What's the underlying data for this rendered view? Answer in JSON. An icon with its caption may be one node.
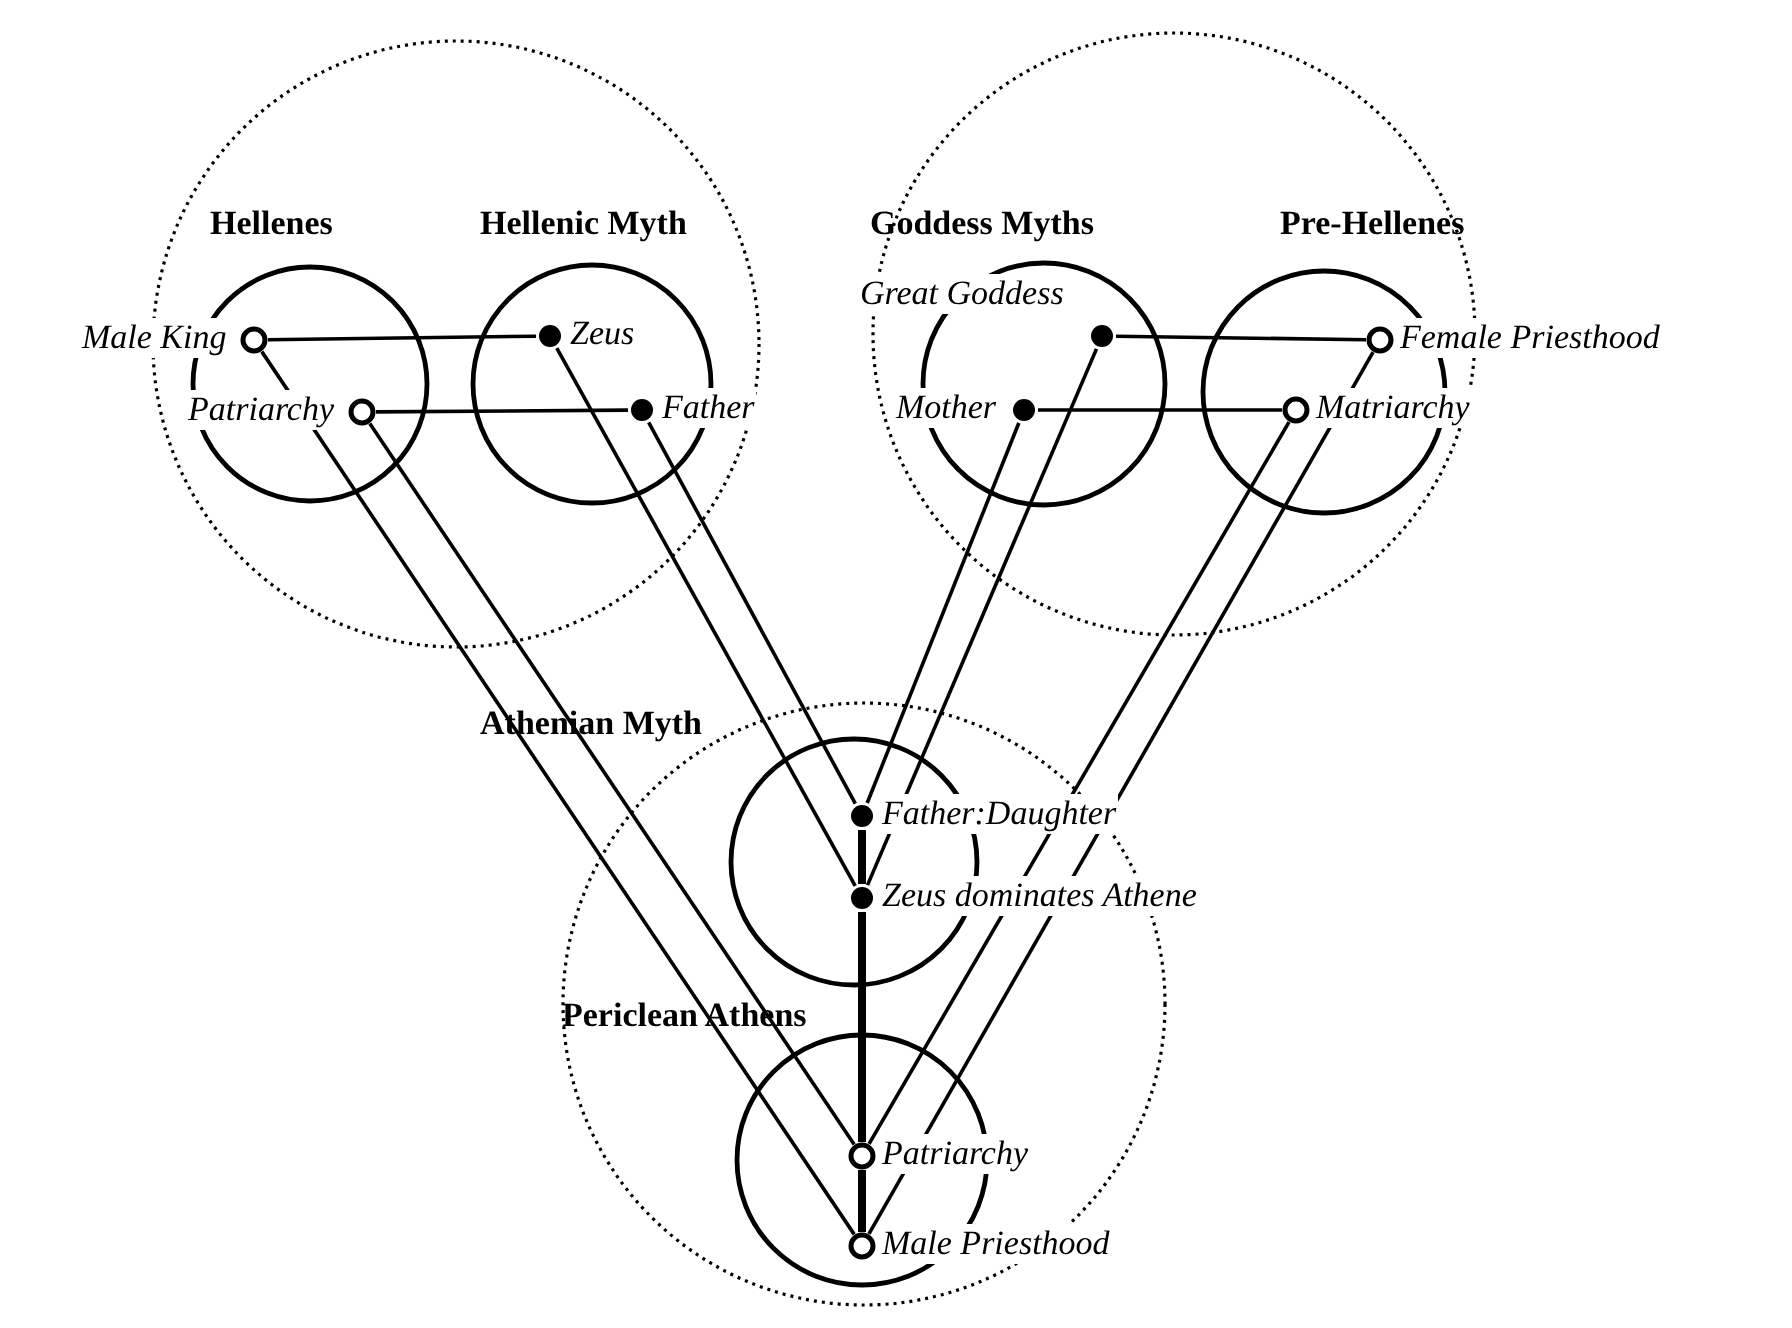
{
  "diagram": {
    "nodes": [
      {
        "text": [],
        "shape": "circle"
      },
      {
        "text": [
          "Hellenes"
        ],
        "in": 0
      },
      {
        "text": [],
        "shape": "circle",
        "beside": [
          "Male King"
        ],
        "in": 1
      },
      {
        "text": [],
        "shape": "circle",
        "beside": [
          "Patriarchy"
        ],
        "in": 1
      },
      {
        "text": [
          "Hellenic Myth"
        ],
        "in": 0
      },
      {
        "text": [],
        "shape": "circle",
        "beside": [
          "Zeus"
        ],
        "in": 4
      },
      {
        "text": [],
        "shape": "circle",
        "beside": [
          "Father"
        ],
        "in": 4
      },
      {
        "text": [],
        "shape": "circle"
      },
      {
        "text": [
          "Goddess Myths"
        ],
        "in": 7
      },
      {
        "text": [],
        "shape": "circle",
        "beside": [
          "Great Goddess"
        ],
        "in": 8
      },
      {
        "text": [],
        "shape": "circle",
        "beside": [
          "Mother"
        ],
        "in": 8
      },
      {
        "text": [
          "Pre-Hellenes"
        ],
        "in": 7
      },
      {
        "text": [],
        "shape": "circle",
        "beside": [
          "Female Priesthood"
        ],
        "in": 11
      },
      {
        "text": [],
        "shape": "circle",
        "beside": [
          "Matriarchy"
        ],
        "in": 11
      },
      {
        "text": [],
        "shape": "circle"
      },
      {
        "text": [
          "Athenian Myth"
        ],
        "in": 14
      },
      {
        "text": [],
        "shape": "circle",
        "beside": [
          "Father:Daughter"
        ],
        "in": 15
      },
      {
        "text": [],
        "shape": "circle",
        "beside": [
          "Zeus dominates Athene"
        ],
        "in": 15
      },
      {
        "text": [
          "Periclean Athens"
        ],
        "in": 14
      },
      {
        "text": [],
        "shape": "circle",
        "beside": [
          "Patriarchy"
        ],
        "in": 18
      },
      {
        "text": [],
        "shape": "circle",
        "beside": [
          "Male Priesthood"
        ],
        "in": 18
      }
    ],
    "edges": [
      {
        "from": 2,
        "to": 5,
        "arrow": "none"
      },
      {
        "from": 3,
        "to": 6,
        "arrow": "none"
      },
      {
        "from": 9,
        "to": 12,
        "arrow": "none"
      },
      {
        "from": 10,
        "to": 13,
        "arrow": "none"
      },
      {
        "from": 2,
        "to": 20,
        "arrow": "none"
      },
      {
        "from": 3,
        "to": 19,
        "arrow": "none"
      },
      {
        "from": 5,
        "to": 17,
        "arrow": "none"
      },
      {
        "from": 6,
        "to": 16,
        "arrow": "none"
      },
      {
        "from": 10,
        "to": 16,
        "arrow": "none"
      },
      {
        "from": 9,
        "to": 17,
        "arrow": "none"
      },
      {
        "from": 13,
        "to": 19,
        "arrow": "none"
      },
      {
        "from": 12,
        "to": 20,
        "arrow": "none"
      },
      {
        "from": 16,
        "to": 17,
        "arrow": "none",
        "style": "thick"
      },
      {
        "from": 17,
        "to": 19,
        "arrow": "none",
        "style": "thick"
      },
      {
        "from": 19,
        "to": 20,
        "arrow": "none",
        "style": "thick"
      }
    ]
  }
}
